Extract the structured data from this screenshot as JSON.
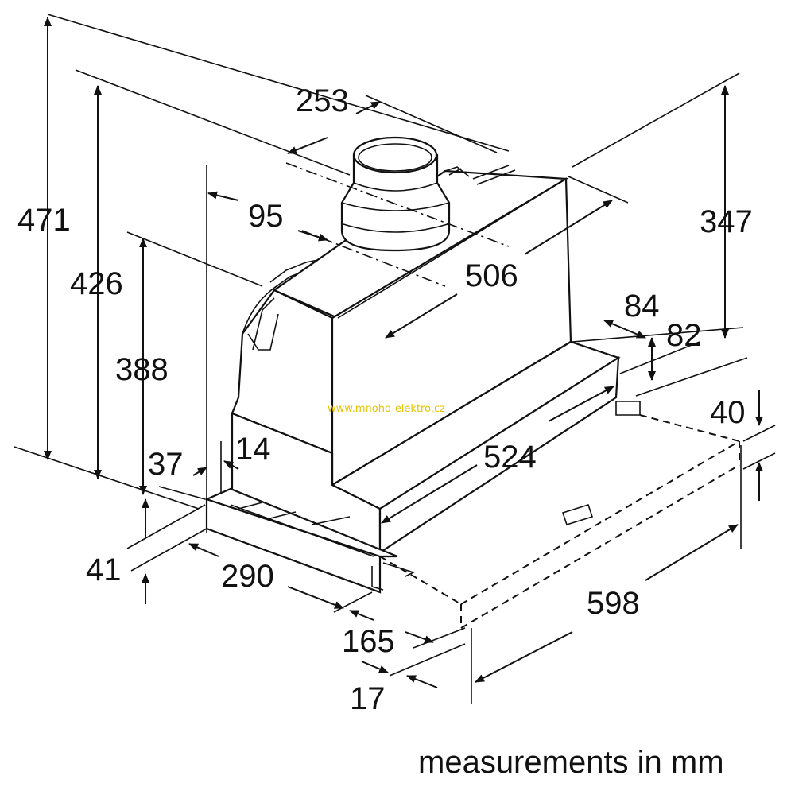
{
  "dimensions": {
    "d471": "471",
    "d426": "426",
    "d388": "388",
    "d253": "253",
    "d95": "95",
    "d506": "506",
    "d347": "347",
    "d84": "84",
    "d82": "82",
    "d40": "40",
    "d37": "37",
    "d14": "14",
    "d524": "524",
    "d41": "41",
    "d290": "290",
    "d598": "598",
    "d165": "165",
    "d17": "17"
  },
  "watermark": "www.mnoho-elektro.cz",
  "units_note": "measurements in mm",
  "colors": {
    "line": "#111111",
    "watermark": "#e6c200",
    "background": "#ffffff"
  }
}
